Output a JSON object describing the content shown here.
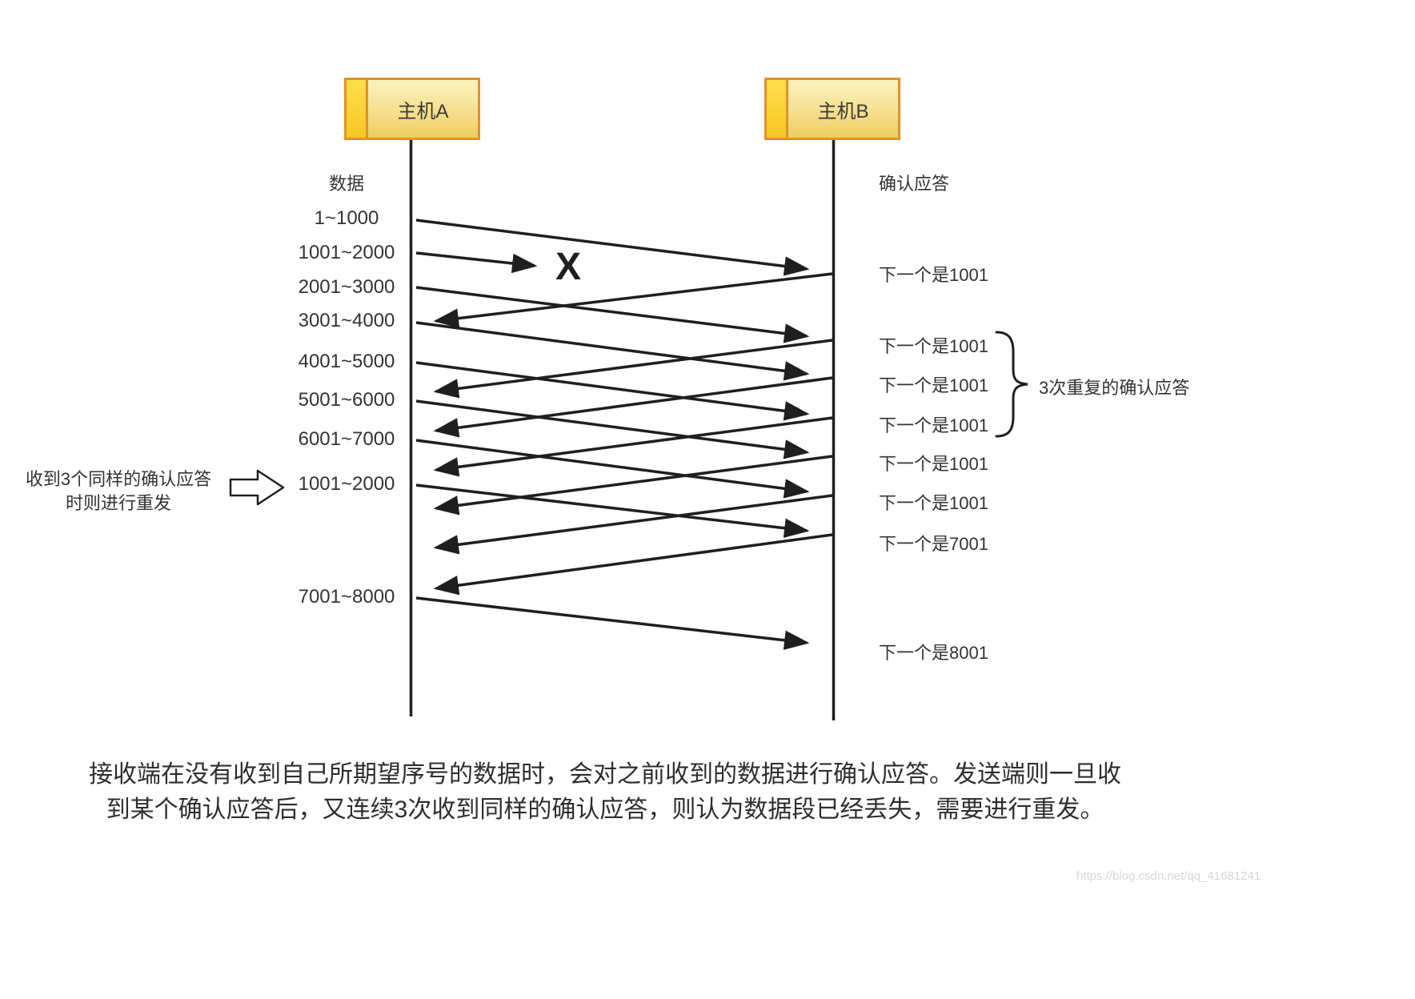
{
  "hosts": {
    "a": "主机A",
    "b": "主机B"
  },
  "columns": {
    "data_header": "数据",
    "ack_header": "确认应答"
  },
  "segments": [
    {
      "label": "1~1000"
    },
    {
      "label": "1001~2000"
    },
    {
      "label": "2001~3000"
    },
    {
      "label": "3001~4000"
    },
    {
      "label": "4001~5000"
    },
    {
      "label": "5001~6000"
    },
    {
      "label": "6001~7000"
    },
    {
      "label": "1001~2000"
    },
    {
      "label": "7001~8000"
    }
  ],
  "acks": [
    {
      "label": "下一个是1001"
    },
    {
      "label": "下一个是1001"
    },
    {
      "label": "下一个是1001"
    },
    {
      "label": "下一个是1001"
    },
    {
      "label": "下一个是1001"
    },
    {
      "label": "下一个是1001"
    },
    {
      "label": "下一个是7001"
    },
    {
      "label": "下一个是8001"
    }
  ],
  "loss_mark": "X",
  "annotations": {
    "retransmit_note_line1": "收到3个同样的确认应答",
    "retransmit_note_line2": "时则进行重发",
    "triple_ack_label": "3次重复的确认应答"
  },
  "paragraph": {
    "line1": "接收端在没有收到自己所期望序号的数据时，会对之前收到的数据进行确认应答。发送端则一旦收",
    "line2": "到某个确认应答后，又连续3次收到同样的确认应答，则认为数据段已经丢失，需要进行重发。"
  },
  "watermark": "https://blog.csdn.net/qq_41681241",
  "colors": {
    "box_border": "#E1912C",
    "box_strip": "#F7C623",
    "box_fill_top": "#FBF3C1",
    "box_fill_bottom": "#EFCD5F",
    "line": "#1F1F1F",
    "text": "#333333"
  }
}
